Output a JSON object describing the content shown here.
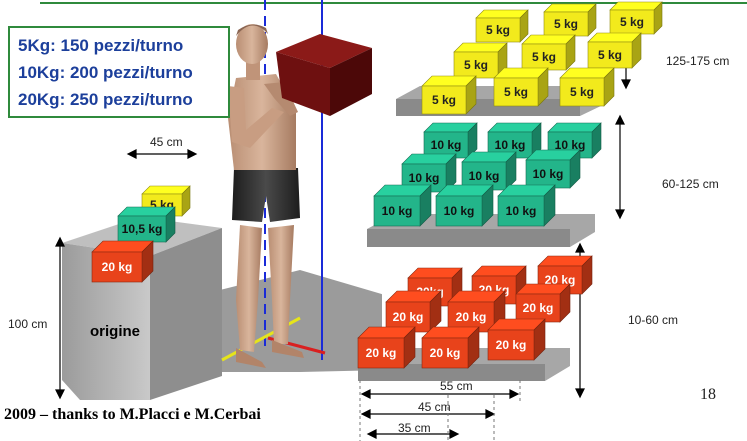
{
  "legend": {
    "lines": [
      "5Kg: 150 pezzi/turno",
      "10Kg: 200 pezzi/turno",
      "20Kg: 250 pezzi/turno"
    ]
  },
  "measurements": {
    "width_top": "45 cm",
    "height_origin": "100 cm",
    "range_high": "125-175 cm",
    "range_mid": "60-125 cm",
    "range_low": "10-60 cm",
    "depth_55": "55 cm",
    "depth_45": "45 cm",
    "depth_35": "35 cm"
  },
  "origin_label": "origine",
  "box_labels": {
    "five": "5 kg",
    "ten": "10 kg",
    "ten_five": "10,5 kg",
    "twenty": "20 kg",
    "twenty_nospace": "20kg"
  },
  "page_number": "18",
  "credit": "2009 – thanks to M.Placci e M.Cerbai",
  "colors": {
    "yellow": "#f2ea1c",
    "teal": "#23b58a",
    "red": "#e8431b",
    "frame": "#2f8a3c",
    "legend_text": "#1c3f9b"
  }
}
